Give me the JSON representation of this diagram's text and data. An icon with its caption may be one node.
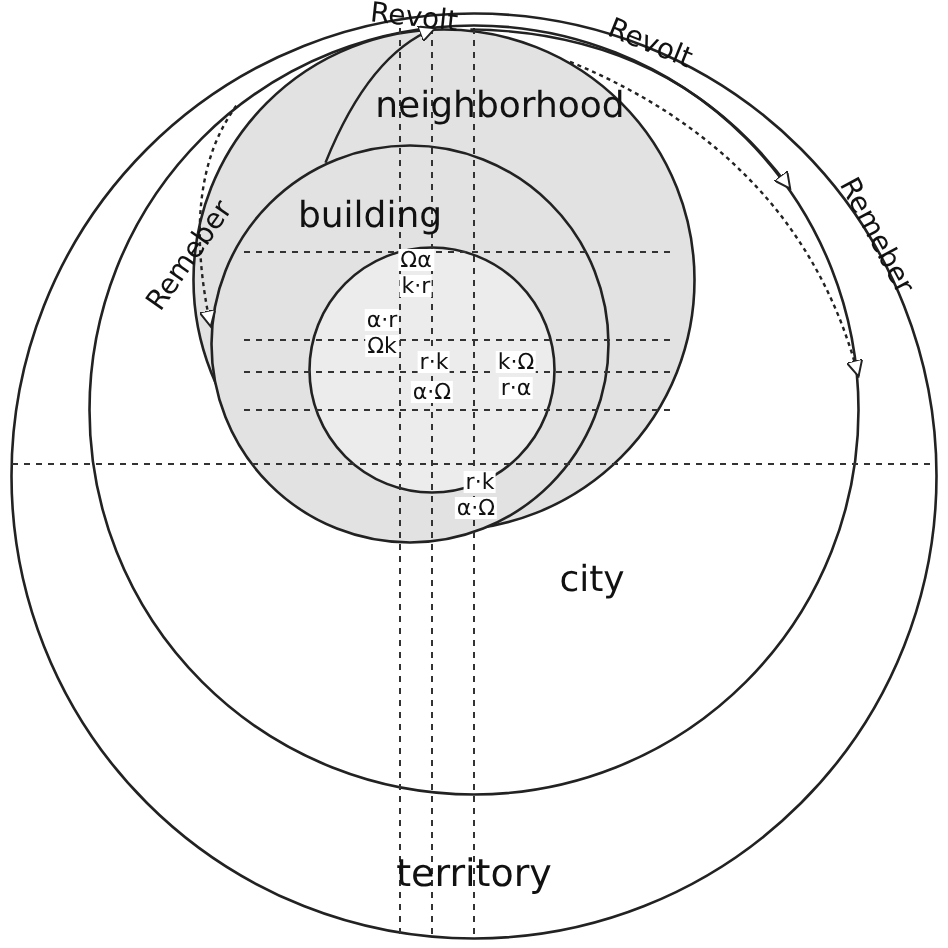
{
  "diagram": {
    "nodes": [
      {
        "text": [
          "territory"
        ]
      },
      {
        "text": [
          "city"
        ],
        "in": 0
      },
      {
        "text": [
          "neighborhood"
        ],
        "in": 1
      },
      {
        "text": [
          "building"
        ],
        "in": 2
      },
      {
        "text": [],
        "shape": "circle",
        "in": 3
      }
    ],
    "edges": [
      {
        "from": 3,
        "to": 2,
        "arrow": "to",
        "label": "Revolt"
      },
      {
        "from": 2,
        "to": 1,
        "arrow": "to",
        "label": "Revolt"
      },
      {
        "from": 1,
        "to": 3,
        "arrow": "to",
        "label": "Remeber",
        "style": "dashed"
      },
      {
        "from": 2,
        "to": 1,
        "arrow": "to",
        "label": "Remeber",
        "style": "dashed"
      }
    ],
    "labels": [
      "Ωα",
      "k·r",
      "α·r",
      "Ωk",
      "r·k",
      "α·Ω",
      "k·Ω",
      "r·α",
      "r·k",
      "α·Ω"
    ]
  }
}
